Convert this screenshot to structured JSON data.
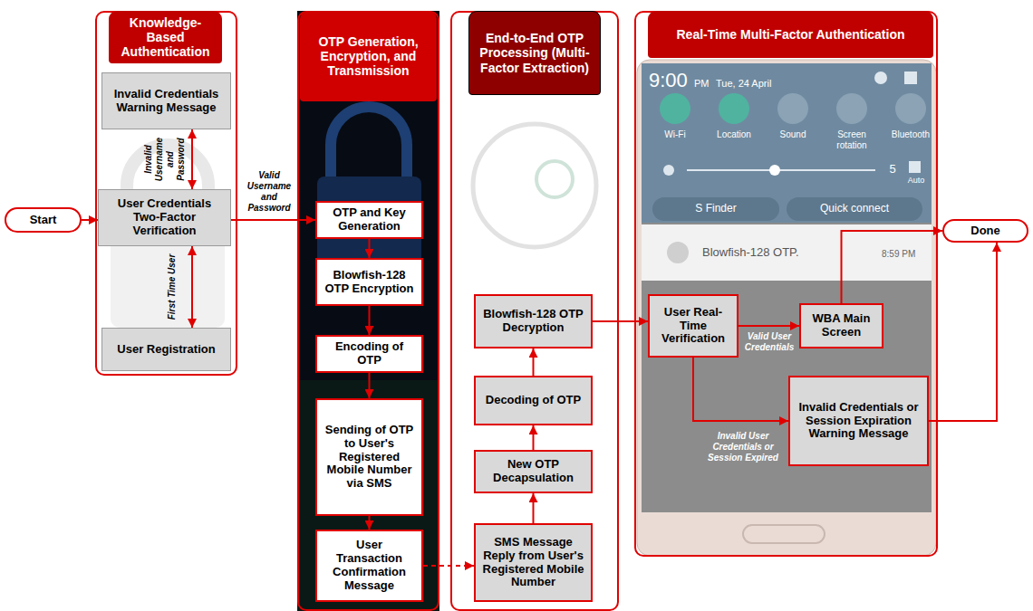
{
  "diagram": {
    "nodes": [
      {
        "text": [
          "Start"
        ]
      },
      {
        "text": [
          "Knowledge-Based Authentication"
        ]
      },
      {
        "text": [
          "Invalid Credentials Warning Message"
        ],
        "in": 1
      },
      {
        "text": [
          "User Credentials Two-Factor Verification"
        ],
        "in": 1
      },
      {
        "text": [
          "User Registration"
        ],
        "in": 1
      },
      {
        "text": [
          "OTP Generation, Encryption, and Transmission"
        ]
      },
      {
        "text": [
          "OTP and Key Generation"
        ],
        "in": 5
      },
      {
        "text": [
          "Blowfish-128 OTP Encryption"
        ],
        "in": 5
      },
      {
        "text": [
          "Encoding of OTP"
        ],
        "in": 5
      },
      {
        "text": [
          "Sending of OTP to User's Registered Mobile Number via SMS"
        ],
        "in": 5
      },
      {
        "text": [
          "User Transaction Confirmation Message"
        ],
        "in": 5
      },
      {
        "text": [
          "End-to-End OTP Processing (Multi-Factor Extraction)"
        ]
      },
      {
        "text": [
          "SMS Message Reply from User's Registered Mobile Number"
        ],
        "in": 11
      },
      {
        "text": [
          "New OTP Decapsulation"
        ],
        "in": 11
      },
      {
        "text": [
          "Decoding of OTP"
        ],
        "in": 11
      },
      {
        "text": [
          "Blowfish-128 OTP Decryption"
        ],
        "in": 11
      },
      {
        "text": [
          "Real-Time Multi-Factor Authentication"
        ]
      },
      {
        "text": [
          "User Real-Time Verification"
        ],
        "in": 16
      },
      {
        "text": [
          "WBA Main Screen"
        ],
        "in": 16
      },
      {
        "text": [
          "Invalid Credentials or Session Expiration Warning Message"
        ],
        "in": 16
      },
      {
        "text": [
          "Done"
        ]
      }
    ],
    "edges": [
      {
        "from": 0,
        "to": 3,
        "arrow": "to"
      },
      {
        "from": 3,
        "to": 2,
        "label": "Invalid Username and Password",
        "arrow": "both"
      },
      {
        "from": 3,
        "to": 4,
        "label": "First Time User",
        "arrow": "both"
      },
      {
        "from": 3,
        "to": 6,
        "label": "Valid Username and Password",
        "arrow": "to"
      },
      {
        "from": 6,
        "to": 7,
        "arrow": "to"
      },
      {
        "from": 7,
        "to": 8,
        "arrow": "to"
      },
      {
        "from": 8,
        "to": 9,
        "arrow": "to"
      },
      {
        "from": 9,
        "to": 10,
        "arrow": "to"
      },
      {
        "from": 10,
        "to": 12,
        "arrow": "to"
      },
      {
        "from": 12,
        "to": 13,
        "arrow": "to"
      },
      {
        "from": 13,
        "to": 14,
        "arrow": "to"
      },
      {
        "from": 14,
        "to": 15,
        "arrow": "to"
      },
      {
        "from": 15,
        "to": 17,
        "arrow": "to"
      },
      {
        "from": 17,
        "to": 18,
        "label": "Valid User Credentials",
        "arrow": "to"
      },
      {
        "from": 17,
        "to": 19,
        "label": "Invalid User Credentials or Session Expired",
        "arrow": "to"
      },
      {
        "from": 18,
        "to": 20,
        "arrow": "to"
      },
      {
        "from": 19,
        "to": 20,
        "arrow": "to"
      }
    ],
    "labels": [
      "9:00",
      "PM",
      "Tue, 24 April",
      "Wi-Fi",
      "Location",
      "Sound",
      "Screen rotation",
      "Bluetooth",
      "5",
      "Auto",
      "S Finder",
      "Quick connect",
      "Blowfish-128 OTP.",
      "8:59 PM"
    ]
  }
}
